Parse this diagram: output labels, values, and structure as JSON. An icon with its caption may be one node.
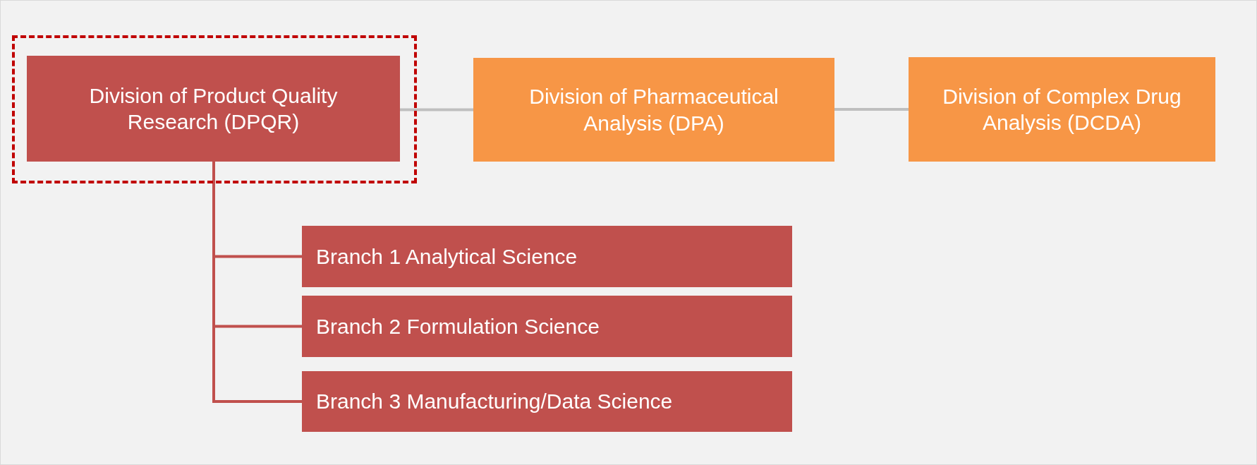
{
  "diagram": {
    "nodes": [
      {
        "text": [],
        "shape": "box"
      },
      {
        "text": [
          "Division of Product Quality Research (DPQR)"
        ],
        "in": 0
      },
      {
        "text": [
          "Division of Pharmaceutical Analysis (DPA)"
        ]
      },
      {
        "text": [
          "Division of Complex Drug Analysis (DCDA)"
        ]
      },
      {
        "text": [
          "Branch 1 Analytical Science"
        ]
      },
      {
        "text": [
          "Branch 2 Formulation Science"
        ]
      },
      {
        "text": [
          "Branch 3 Manufacturing/Data Science"
        ]
      }
    ],
    "edges": [
      {
        "from": 1,
        "to": 2,
        "arrow": "none",
        "color": "#bfbfbf"
      },
      {
        "from": 2,
        "to": 3,
        "arrow": "none",
        "color": "#bfbfbf"
      },
      {
        "from": 1,
        "to": 4,
        "arrow": "none"
      },
      {
        "from": 1,
        "to": 5,
        "arrow": "none"
      },
      {
        "from": 1,
        "to": 6,
        "arrow": "none"
      }
    ]
  }
}
